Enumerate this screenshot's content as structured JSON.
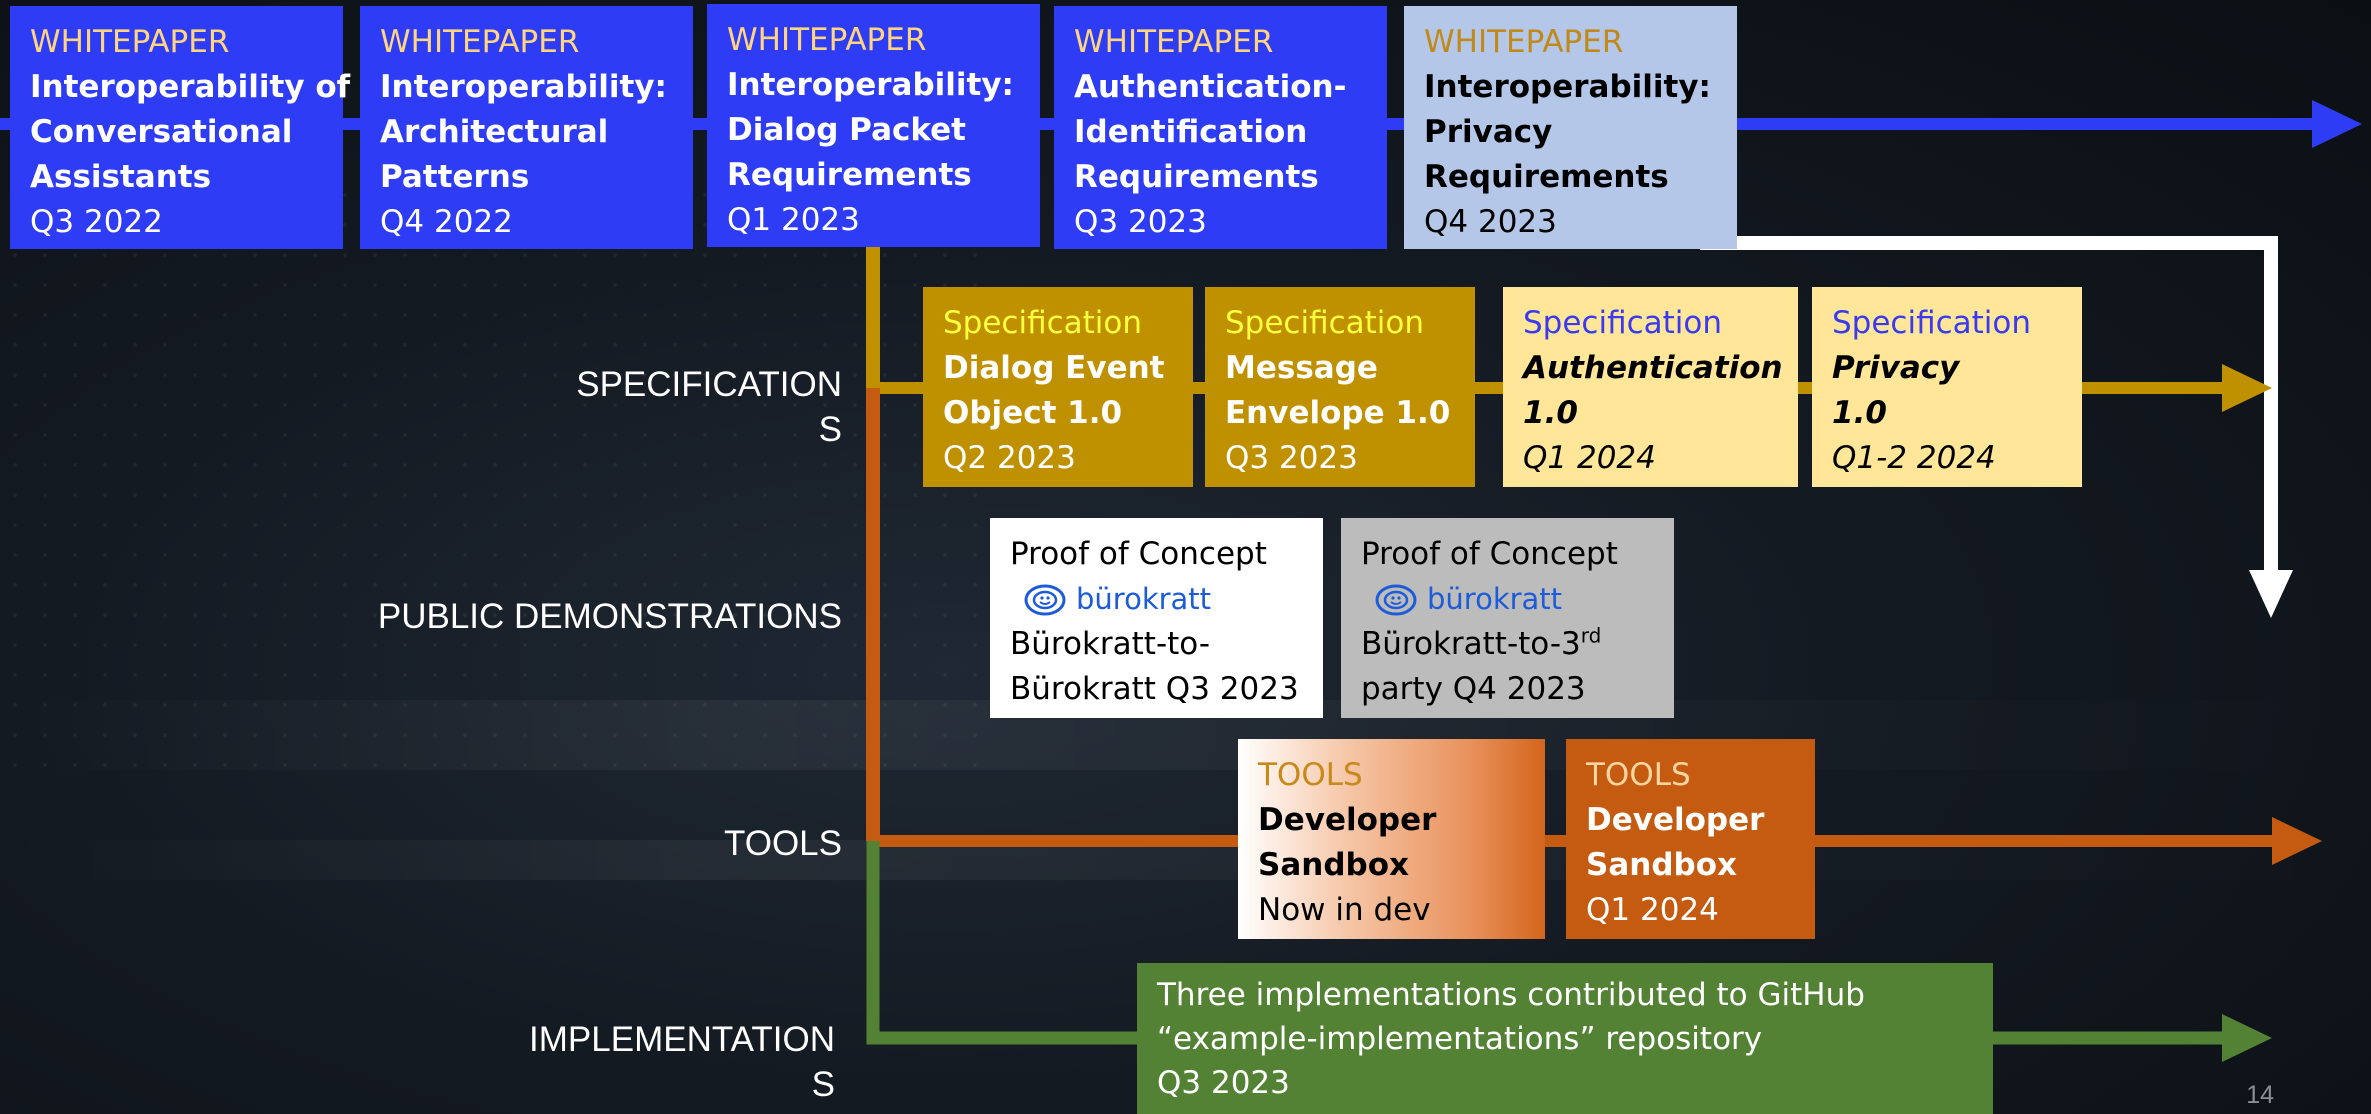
{
  "colors": {
    "whitepaper_blue": "#2f3cf5",
    "whitepaper_light": "#b4c7e8",
    "spec_gold": "#bf9000",
    "spec_light": "#ffe699",
    "tools_orange": "#c55a11",
    "implementation_green": "#548235"
  },
  "whitepapers": [
    {
      "tag": "WHITEPAPER",
      "title": [
        "Interoperability of",
        "Conversational",
        "Assistants"
      ],
      "date": "Q3 2022"
    },
    {
      "tag": "WHITEPAPER",
      "title": [
        "Interoperability:",
        "Architectural",
        "Patterns"
      ],
      "date": "Q4 2022"
    },
    {
      "tag": "WHITEPAPER",
      "title": [
        "Interoperability:",
        "Dialog Packet",
        "Requirements"
      ],
      "date": "Q1 2023"
    },
    {
      "tag": "WHITEPAPER",
      "title": [
        "Authentication-",
        "Identification",
        "Requirements"
      ],
      "date": "Q3 2023"
    },
    {
      "tag": "WHITEPAPER",
      "title": [
        "Interoperability:",
        "Privacy",
        "Requirements"
      ],
      "date": "Q4 2023"
    }
  ],
  "lanes": {
    "specifications": [
      "SPECIFICATION",
      "S"
    ],
    "public_demonstrations": "PUBLIC DEMONSTRATIONS",
    "tools": "TOOLS",
    "implementations": [
      "IMPLEMENTATION",
      "S"
    ]
  },
  "specifications": [
    {
      "tag": "Specification",
      "title": [
        "Dialog Event",
        "Object 1.0"
      ],
      "date": "Q2 2023"
    },
    {
      "tag": "Specification",
      "title": [
        "Message",
        "Envelope 1.0"
      ],
      "date": "Q3 2023"
    },
    {
      "tag": "Specification",
      "title": [
        "Authentication",
        "1.0"
      ],
      "date": "Q1 2024"
    },
    {
      "tag": "Specification",
      "title": [
        "Privacy",
        "1.0"
      ],
      "date": "Q1-2 2024"
    }
  ],
  "demonstrations": [
    {
      "tag": "Proof of Concept",
      "logo": "bürokratt",
      "line1": "Bürokratt-to-",
      "line2": "Bürokratt Q3 2023"
    },
    {
      "tag": "Proof of Concept",
      "logo": "bürokratt",
      "line1_main": "Bürokratt-to-3",
      "line1_sup": "rd",
      "line2": "party Q4 2023"
    }
  ],
  "tools": [
    {
      "tag": "TOOLS",
      "title": [
        "Developer",
        "Sandbox"
      ],
      "date": "Now in dev"
    },
    {
      "tag": "TOOLS",
      "title": [
        "Developer",
        "Sandbox"
      ],
      "date": "Q1 2024"
    }
  ],
  "implementation": {
    "lines": [
      "Three implementations contributed to GitHub",
      "“example-implementations” repository",
      "Q3 2023"
    ]
  },
  "page_number": "14"
}
